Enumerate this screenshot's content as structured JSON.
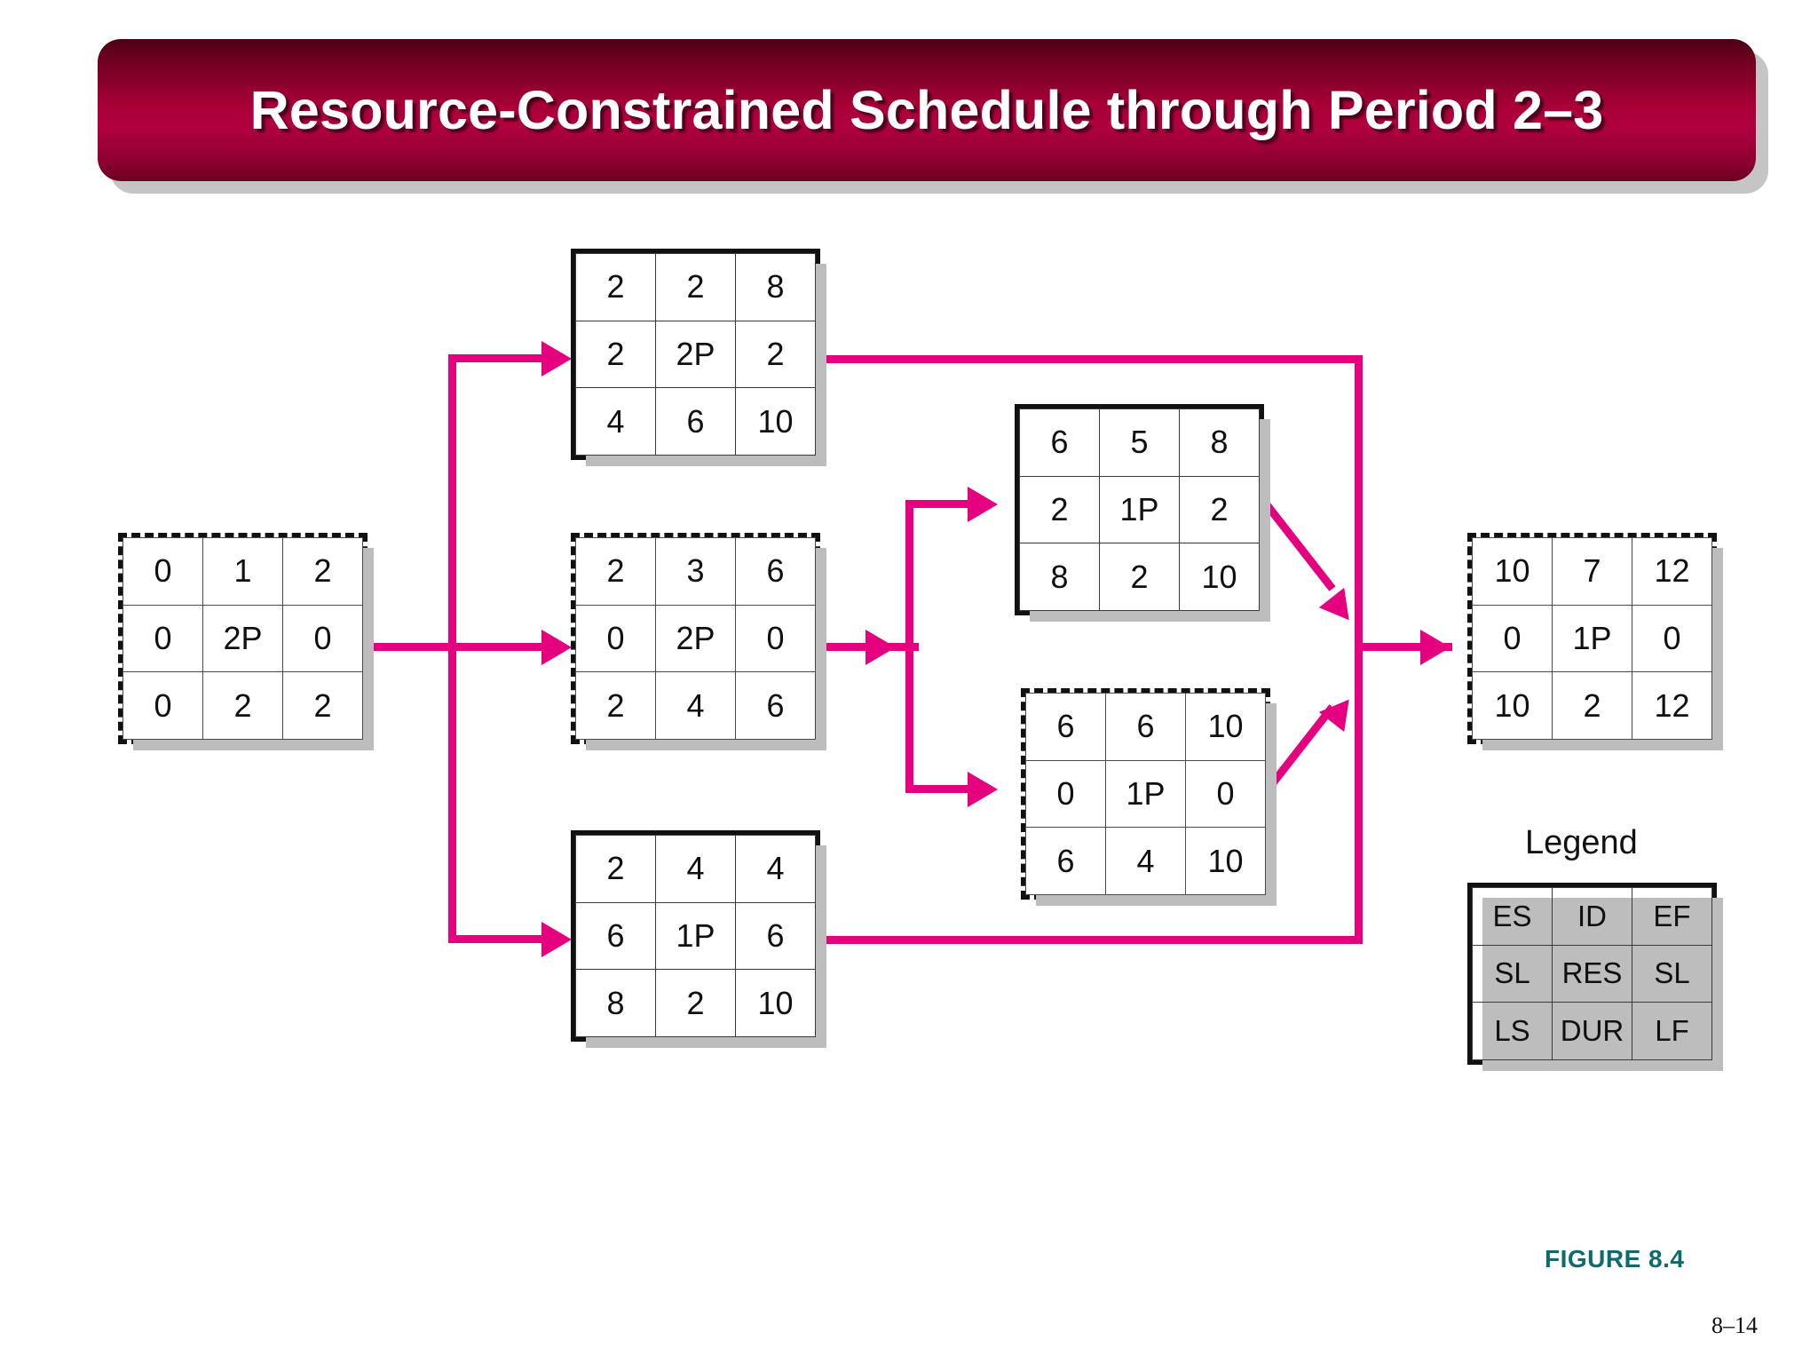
{
  "slide": {
    "title": "Resource-Constrained Schedule through Period 2–3",
    "figure_caption": "FIGURE 8.4",
    "page_number": "8–14",
    "accent_color": "#e4007f",
    "banner_color": "#b00040",
    "caption_color": "#0d6b6b"
  },
  "legend": {
    "title": "Legend",
    "rows": [
      [
        "ES",
        "ID",
        "EF"
      ],
      [
        "SL",
        "RES",
        "SL"
      ],
      [
        "LS",
        "DUR",
        "LF"
      ]
    ]
  },
  "nodes": [
    {
      "id": "node-start",
      "border": "dashed",
      "rows": [
        [
          "0",
          "1",
          "2"
        ],
        [
          "0",
          "2P",
          "0"
        ],
        [
          "0",
          "2",
          "2"
        ]
      ]
    },
    {
      "id": "node-top",
      "border": "solid",
      "rows": [
        [
          "2",
          "2",
          "8"
        ],
        [
          "2",
          "2P",
          "2"
        ],
        [
          "4",
          "6",
          "10"
        ]
      ]
    },
    {
      "id": "node-middle",
      "border": "dashed",
      "rows": [
        [
          "2",
          "3",
          "6"
        ],
        [
          "0",
          "2P",
          "0"
        ],
        [
          "2",
          "4",
          "6"
        ]
      ]
    },
    {
      "id": "node-bottom",
      "border": "solid",
      "rows": [
        [
          "2",
          "4",
          "4"
        ],
        [
          "6",
          "1P",
          "6"
        ],
        [
          "8",
          "2",
          "10"
        ]
      ]
    },
    {
      "id": "node-right-top",
      "border": "solid",
      "rows": [
        [
          "6",
          "5",
          "8"
        ],
        [
          "2",
          "1P",
          "2"
        ],
        [
          "8",
          "2",
          "10"
        ]
      ]
    },
    {
      "id": "node-right-bottom",
      "border": "dashed",
      "rows": [
        [
          "6",
          "6",
          "10"
        ],
        [
          "0",
          "1P",
          "0"
        ],
        [
          "6",
          "4",
          "10"
        ]
      ]
    },
    {
      "id": "node-end",
      "border": "dashed",
      "rows": [
        [
          "10",
          "7",
          "12"
        ],
        [
          "0",
          "1P",
          "0"
        ],
        [
          "10",
          "2",
          "12"
        ]
      ]
    }
  ]
}
